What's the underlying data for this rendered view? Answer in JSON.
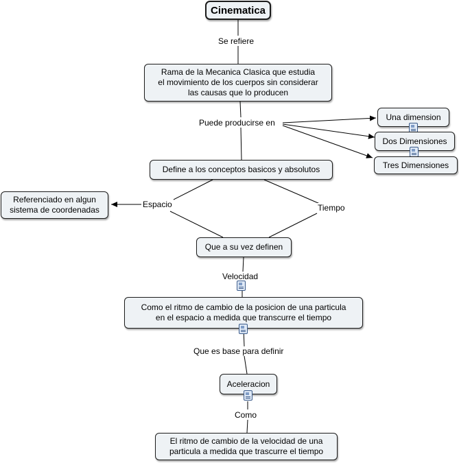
{
  "nodes": {
    "cinematica": "Cinematica",
    "rama": "Rama de la Mecanica Clasica que estudia\nel movimiento de los cuerpos sin considerar\nlas causas que lo producen",
    "una": "Una dimension",
    "dos": "Dos Dimensiones",
    "tres": "Tres Dimensiones",
    "define": "Define a los conceptos basicos y absolutos",
    "referenciado": "Referenciado en algun\nsistema de coordenadas",
    "queasu": "Que a su vez definen",
    "como_ritmo": "Como el ritmo de cambio de la posicion de una particula\nen el espacio a medida que transcurre el tiempo",
    "aceleracion": "Aceleracion",
    "ritmo_vel": "El ritmo de cambio de la velocidad de una\nparticula a medida que trascurre el tiempo"
  },
  "links": {
    "se_refiere": "Se refiere",
    "puede": "Puede producirse en",
    "espacio": "Espacio",
    "tiempo": "Tiempo",
    "velocidad": "Velocidad",
    "base": "Que es base para definir",
    "como": "Como"
  },
  "icons": {
    "resource": "document-icon"
  },
  "colors": {
    "node_fill": "#eef2f5",
    "node_border": "#1b1b1b",
    "line": "#000000"
  }
}
